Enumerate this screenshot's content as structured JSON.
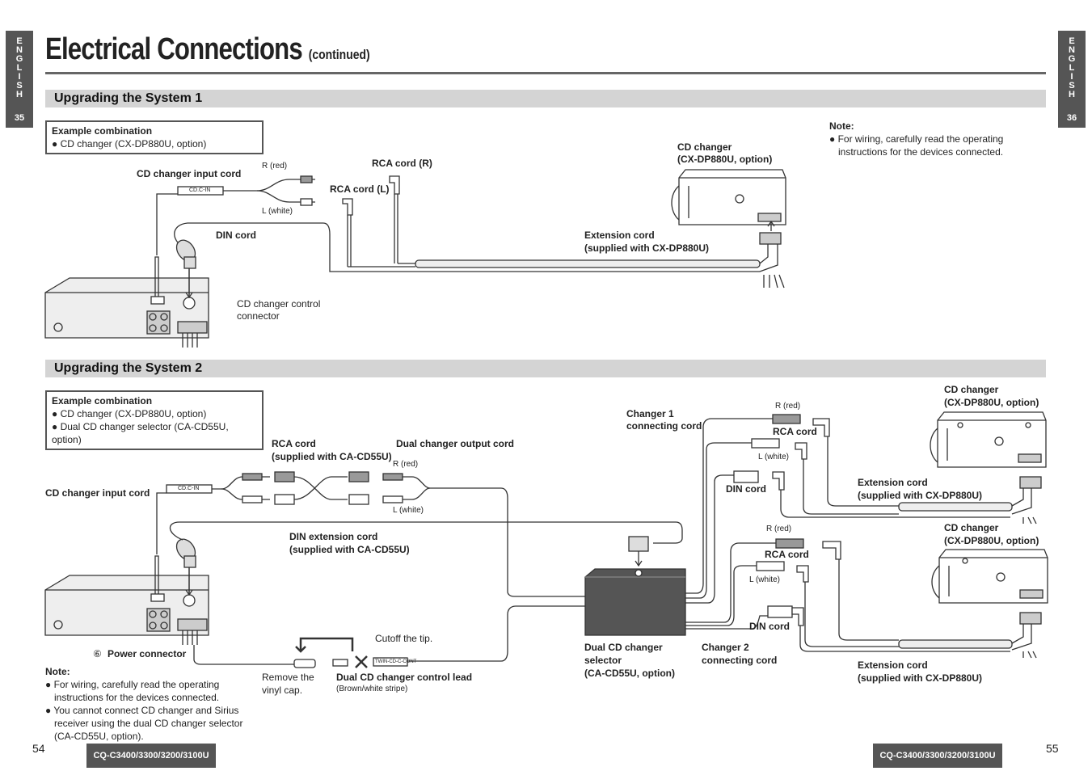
{
  "side_tabs": {
    "left": {
      "letters": "E\nN\nG\nL\nI\nS\nH",
      "page": "35"
    },
    "right": {
      "letters": "E\nN\nG\nL\nI\nS\nH",
      "page": "36"
    }
  },
  "title": {
    "main": "Electrical Connections",
    "sub": "(continued)"
  },
  "section1": {
    "heading": "Upgrading the System 1",
    "example": {
      "heading": "Example combination",
      "items": [
        "● CD changer (CX-DP880U, option)"
      ]
    },
    "labels": {
      "cd_input": "CD changer input cord",
      "cd_in_tag": "CD.C-IN",
      "r_red": "R (red)",
      "l_white": "L (white)",
      "rca_r": "RCA cord (R)",
      "rca_l": "RCA cord (L)",
      "din": "DIN cord",
      "control_1": "CD changer control",
      "control_2": "connector",
      "cd_changer_1": "CD changer",
      "cd_changer_2": "(CX-DP880U, option)",
      "ext_1": "Extension cord",
      "ext_2": "(supplied with CX-DP880U)"
    },
    "note": {
      "heading": "Note:",
      "lines": [
        "● For wiring, carefully read the operating",
        "instructions for the devices connected."
      ]
    }
  },
  "section2": {
    "heading": "Upgrading the System 2",
    "example": {
      "heading": "Example combination",
      "items": [
        "● CD changer (CX-DP880U, option)",
        "● Dual CD changer selector (CA-CD55U, option)"
      ]
    },
    "labels": {
      "rca_1": "RCA cord",
      "rca_2": "(supplied with CA-CD55U)",
      "dual_out": "Dual changer output cord",
      "r_red": "R (red)",
      "l_white": "L (white)",
      "cd_input": "CD changer input cord",
      "cd_in_tag": "CD.C-IN",
      "din_ext_1": "DIN extension cord",
      "din_ext_2": "(supplied with CA-CD55U)",
      "power_num": "⑥",
      "power": "Power connector",
      "cutoff": "Cutoff the tip.",
      "remove_1": "Remove the",
      "remove_2": "vinyl cap.",
      "control_lead": "Dual CD changer control lead",
      "control_lead_sub": "(Brown/white stripe)",
      "twin_tag": "TWIN-CD-C-CONT",
      "selector_1": "Dual CD changer",
      "selector_2": "selector",
      "selector_3": "(CA-CD55U, option)",
      "changer1_1": "Changer 1",
      "changer1_2": "connecting cord",
      "changer2_1": "Changer 2",
      "changer2_2": "connecting cord",
      "r_red_a": "R (red)",
      "l_white_a": "L (white)",
      "rca_a": "RCA cord",
      "din_a": "DIN cord",
      "r_red_b": "R (red)",
      "l_white_b": "L (white)",
      "rca_b": "RCA cord",
      "din_b": "DIN cord",
      "cdc_a_1": "CD changer",
      "cdc_a_2": "(CX-DP880U, option)",
      "ext_a_1": "Extension cord",
      "ext_a_2": "(supplied with CX-DP880U)",
      "cdc_b_1": "CD changer",
      "cdc_b_2": "(CX-DP880U, option)",
      "ext_b_1": "Extension cord",
      "ext_b_2": "(supplied with CX-DP880U)"
    },
    "note": {
      "heading": "Note:",
      "lines": [
        "● For wiring, carefully read the operating",
        "instructions for the devices connected.",
        "● You cannot connect CD changer and Sirius",
        "receiver using the dual CD changer selector",
        "(CA-CD55U, option)."
      ]
    }
  },
  "footer": {
    "model_left": "CQ-C3400/3300/3200/3100U",
    "model_right": "CQ-C3400/3300/3200/3100U",
    "page_left": "54",
    "page_right": "55"
  }
}
